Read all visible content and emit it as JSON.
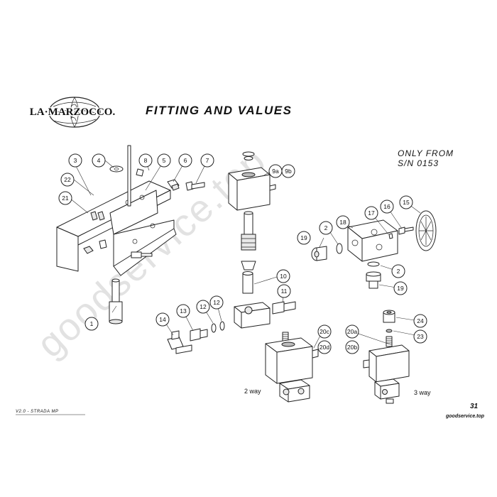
{
  "header": {
    "brand": "LA·MARZOCCO.",
    "title": "FITTING AND VALUES",
    "serial_line1": "ONLY FROM",
    "serial_line2": "S/N 0153"
  },
  "watermark": "goodservice.top",
  "labels": {
    "two_way": "2 way",
    "three_way": "3 way"
  },
  "footer": {
    "revision": "V2.0 - STRADA MP",
    "page_number": "31",
    "site": "goodservice.top"
  },
  "callouts": [
    "1",
    "2",
    "2",
    "3",
    "4",
    "5",
    "6",
    "7",
    "8",
    "9a",
    "9b",
    "10",
    "11",
    "12",
    "12",
    "13",
    "14",
    "15",
    "16",
    "17",
    "18",
    "19",
    "19",
    "20a",
    "20b",
    "20c",
    "20d",
    "21",
    "22",
    "23",
    "24"
  ]
}
